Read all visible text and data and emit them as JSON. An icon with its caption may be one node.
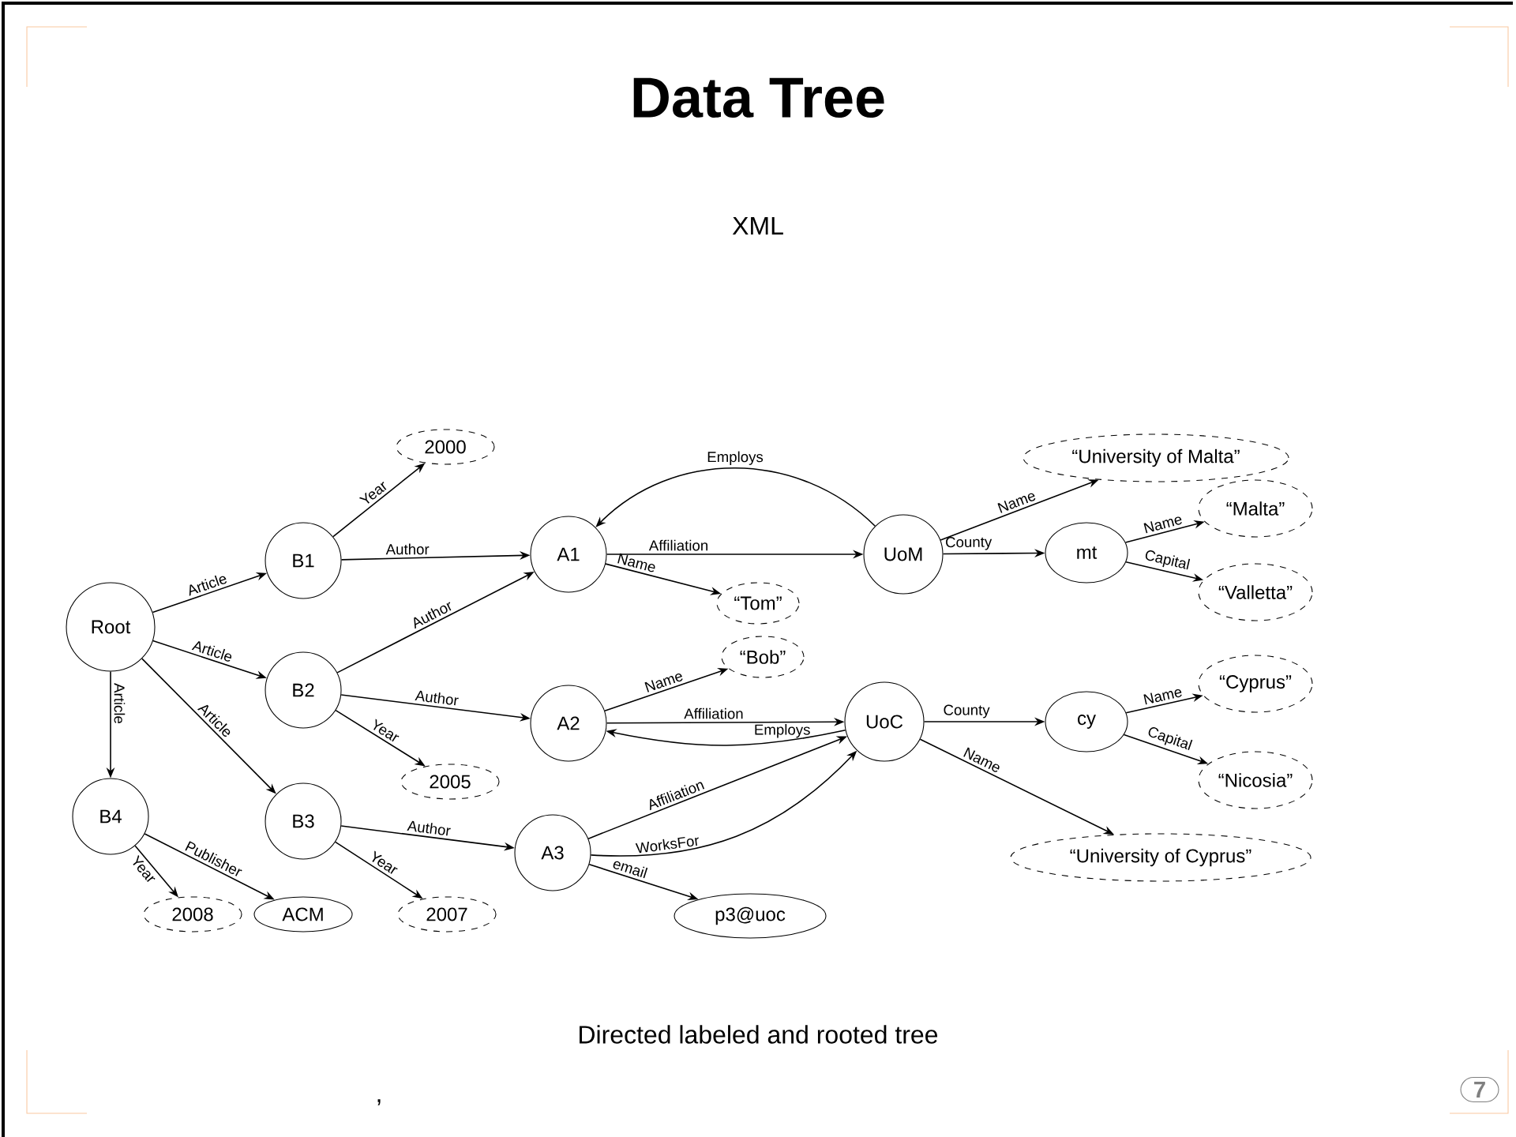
{
  "diagram": {
    "title": "Data Tree",
    "nodes": [
      {
        "text": [
          "Root"
        ]
      },
      {
        "text": [
          "B1"
        ]
      },
      {
        "text": [
          "B2"
        ]
      },
      {
        "text": [
          "B3"
        ]
      },
      {
        "text": [
          "B4"
        ]
      },
      {
        "text": [
          "A1"
        ]
      },
      {
        "text": [
          "A2"
        ]
      },
      {
        "text": [
          "A3"
        ]
      },
      {
        "text": [
          "UoM"
        ]
      },
      {
        "text": [
          "UoC"
        ]
      },
      {
        "text": [
          "mt"
        ]
      },
      {
        "text": [
          "cy"
        ]
      },
      {
        "text": [
          "2000"
        ]
      },
      {
        "text": [
          "“Tom”"
        ]
      },
      {
        "text": [
          "“Bob”"
        ]
      },
      {
        "text": [
          "2005"
        ]
      },
      {
        "text": [
          "2008"
        ]
      },
      {
        "text": [
          "ACM"
        ]
      },
      {
        "text": [
          "2007"
        ]
      },
      {
        "text": [
          "p3@uoc"
        ]
      },
      {
        "text": [
          "“University of Malta”"
        ]
      },
      {
        "text": [
          "“Malta”"
        ]
      },
      {
        "text": [
          "“Valletta”"
        ]
      },
      {
        "text": [
          "“Cyprus”"
        ]
      },
      {
        "text": [
          "“Nicosia”"
        ]
      },
      {
        "text": [
          "“University of Cyprus”"
        ]
      }
    ],
    "edges": [
      {
        "from": 0,
        "to": 1,
        "arrow": "to",
        "label": "Article"
      },
      {
        "from": 0,
        "to": 2,
        "arrow": "to",
        "label": "Article"
      },
      {
        "from": 0,
        "to": 3,
        "arrow": "to",
        "label": "Article"
      },
      {
        "from": 0,
        "to": 4,
        "arrow": "to",
        "label": "Article"
      },
      {
        "from": 1,
        "to": 12,
        "arrow": "to",
        "label": "Year"
      },
      {
        "from": 1,
        "to": 5,
        "arrow": "to",
        "label": "Author"
      },
      {
        "from": 2,
        "to": 5,
        "arrow": "to",
        "label": "Author"
      },
      {
        "from": 2,
        "to": 6,
        "arrow": "to",
        "label": "Author"
      },
      {
        "from": 2,
        "to": 15,
        "arrow": "to",
        "label": "Year"
      },
      {
        "from": 3,
        "to": 7,
        "arrow": "to",
        "label": "Author"
      },
      {
        "from": 3,
        "to": 18,
        "arrow": "to",
        "label": "Year"
      },
      {
        "from": 4,
        "to": 16,
        "arrow": "to",
        "label": "Year"
      },
      {
        "from": 4,
        "to": 17,
        "arrow": "to",
        "label": "Publisher"
      },
      {
        "from": 5,
        "to": 8,
        "arrow": "to",
        "label": "Affiliation"
      },
      {
        "from": 8,
        "to": 5,
        "arrow": "to",
        "label": "Employs"
      },
      {
        "from": 5,
        "to": 13,
        "arrow": "to",
        "label": "Name"
      },
      {
        "from": 6,
        "to": 14,
        "arrow": "to",
        "label": "Name"
      },
      {
        "from": 6,
        "to": 9,
        "arrow": "to",
        "label": "Affiliation"
      },
      {
        "from": 9,
        "to": 6,
        "arrow": "to",
        "label": "Employs"
      },
      {
        "from": 7,
        "to": 9,
        "arrow": "to",
        "label": "Affiliation"
      },
      {
        "from": 7,
        "to": 9,
        "arrow": "to",
        "label": "WorksFor"
      },
      {
        "from": 7,
        "to": 19,
        "arrow": "to",
        "label": "email"
      },
      {
        "from": 8,
        "to": 20,
        "arrow": "to",
        "label": "Name"
      },
      {
        "from": 8,
        "to": 10,
        "arrow": "to",
        "label": "County"
      },
      {
        "from": 10,
        "to": 21,
        "arrow": "to",
        "label": "Name"
      },
      {
        "from": 10,
        "to": 22,
        "arrow": "to",
        "label": "Capital"
      },
      {
        "from": 9,
        "to": 11,
        "arrow": "to",
        "label": "County"
      },
      {
        "from": 9,
        "to": 25,
        "arrow": "to",
        "label": "Name"
      },
      {
        "from": 11,
        "to": 23,
        "arrow": "to",
        "label": "Name"
      },
      {
        "from": 11,
        "to": 24,
        "arrow": "to",
        "label": "Capital"
      }
    ],
    "labels": [
      "XML",
      "Directed labeled and rooted tree",
      ",",
      "7"
    ]
  }
}
